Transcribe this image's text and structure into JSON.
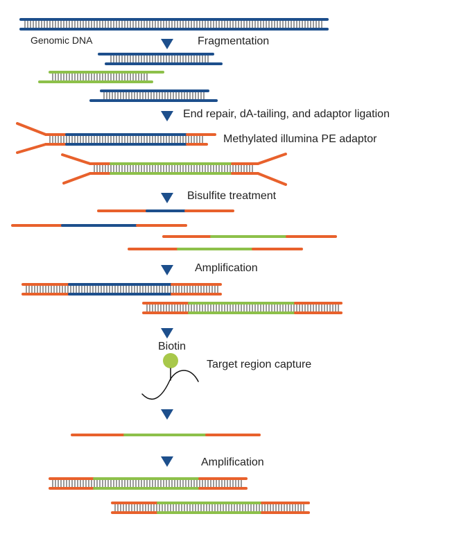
{
  "colors": {
    "genomic": "#1d4f8c",
    "fragment_alt": "#8dc04a",
    "adaptor": "#e8612c",
    "arrow": "#1d4f8c",
    "biotin": "#a8c84a",
    "rung": "#333333",
    "probe": "#111111"
  },
  "labels": {
    "genomic_dna": "Genomic DNA",
    "fragmentation": "Fragmentation",
    "end_repair": "End repair, dA-tailing, and adaptor ligation",
    "adaptor": "Methylated illumina PE adaptor",
    "bisulfite": "Bisulfite treatment",
    "amplification_1": "Amplification",
    "biotin": "Biotin",
    "capture": "Target region capture",
    "amplification_2": "Amplification"
  }
}
